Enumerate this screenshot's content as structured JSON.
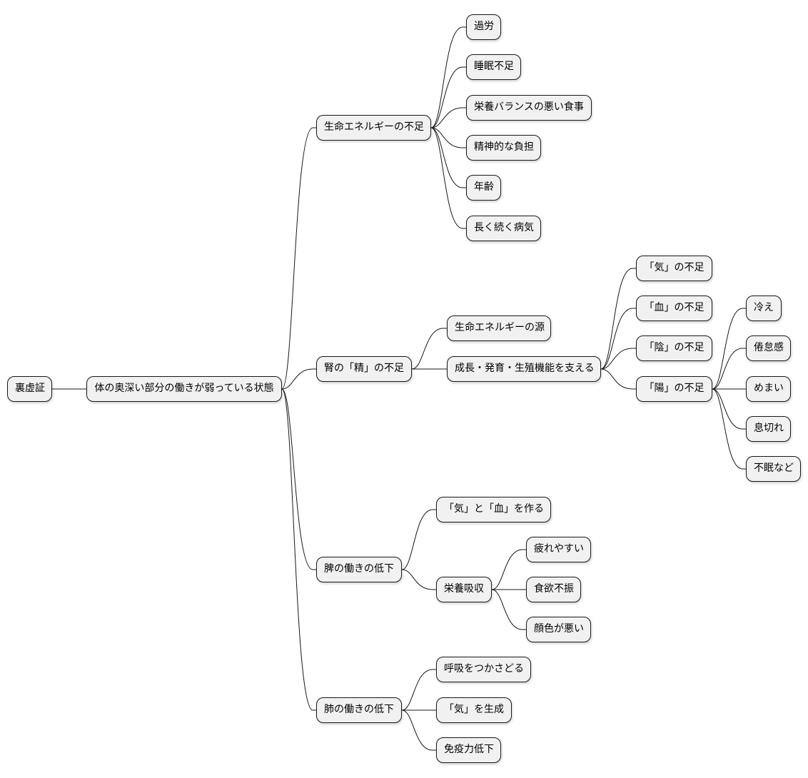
{
  "mindmap": {
    "root": {
      "label": "裏虚証",
      "children": [
        {
          "label": "体の奥深い部分の働きが弱っている状態",
          "children": [
            {
              "label": "生命エネルギーの不足",
              "children": [
                {
                  "label": "過労"
                },
                {
                  "label": "睡眠不足"
                },
                {
                  "label": "栄養バランスの悪い食事"
                },
                {
                  "label": "精神的な負担"
                },
                {
                  "label": "年齢"
                },
                {
                  "label": "長く続く病気"
                }
              ]
            },
            {
              "label": "腎の「精」の不足",
              "children": [
                {
                  "label": "生命エネルギーの源"
                },
                {
                  "label": "成長・発育・生殖機能を支える",
                  "children": [
                    {
                      "label": "「気」の不足"
                    },
                    {
                      "label": "「血」の不足"
                    },
                    {
                      "label": "「陰」の不足"
                    },
                    {
                      "label": "「陽」の不足",
                      "children": [
                        {
                          "label": "冷え"
                        },
                        {
                          "label": "倦怠感"
                        },
                        {
                          "label": "めまい"
                        },
                        {
                          "label": "息切れ"
                        },
                        {
                          "label": "不眠など"
                        }
                      ]
                    }
                  ]
                }
              ]
            },
            {
              "label": "脾の働きの低下",
              "children": [
                {
                  "label": "「気」と「血」を作る"
                },
                {
                  "label": "栄養吸収",
                  "children": [
                    {
                      "label": "疲れやすい"
                    },
                    {
                      "label": "食欲不振"
                    },
                    {
                      "label": "顔色が悪い"
                    }
                  ]
                }
              ]
            },
            {
              "label": "肺の働きの低下",
              "children": [
                {
                  "label": "呼吸をつかさどる"
                },
                {
                  "label": "「気」を生成"
                },
                {
                  "label": "免疫力低下"
                }
              ]
            }
          ]
        }
      ]
    }
  }
}
